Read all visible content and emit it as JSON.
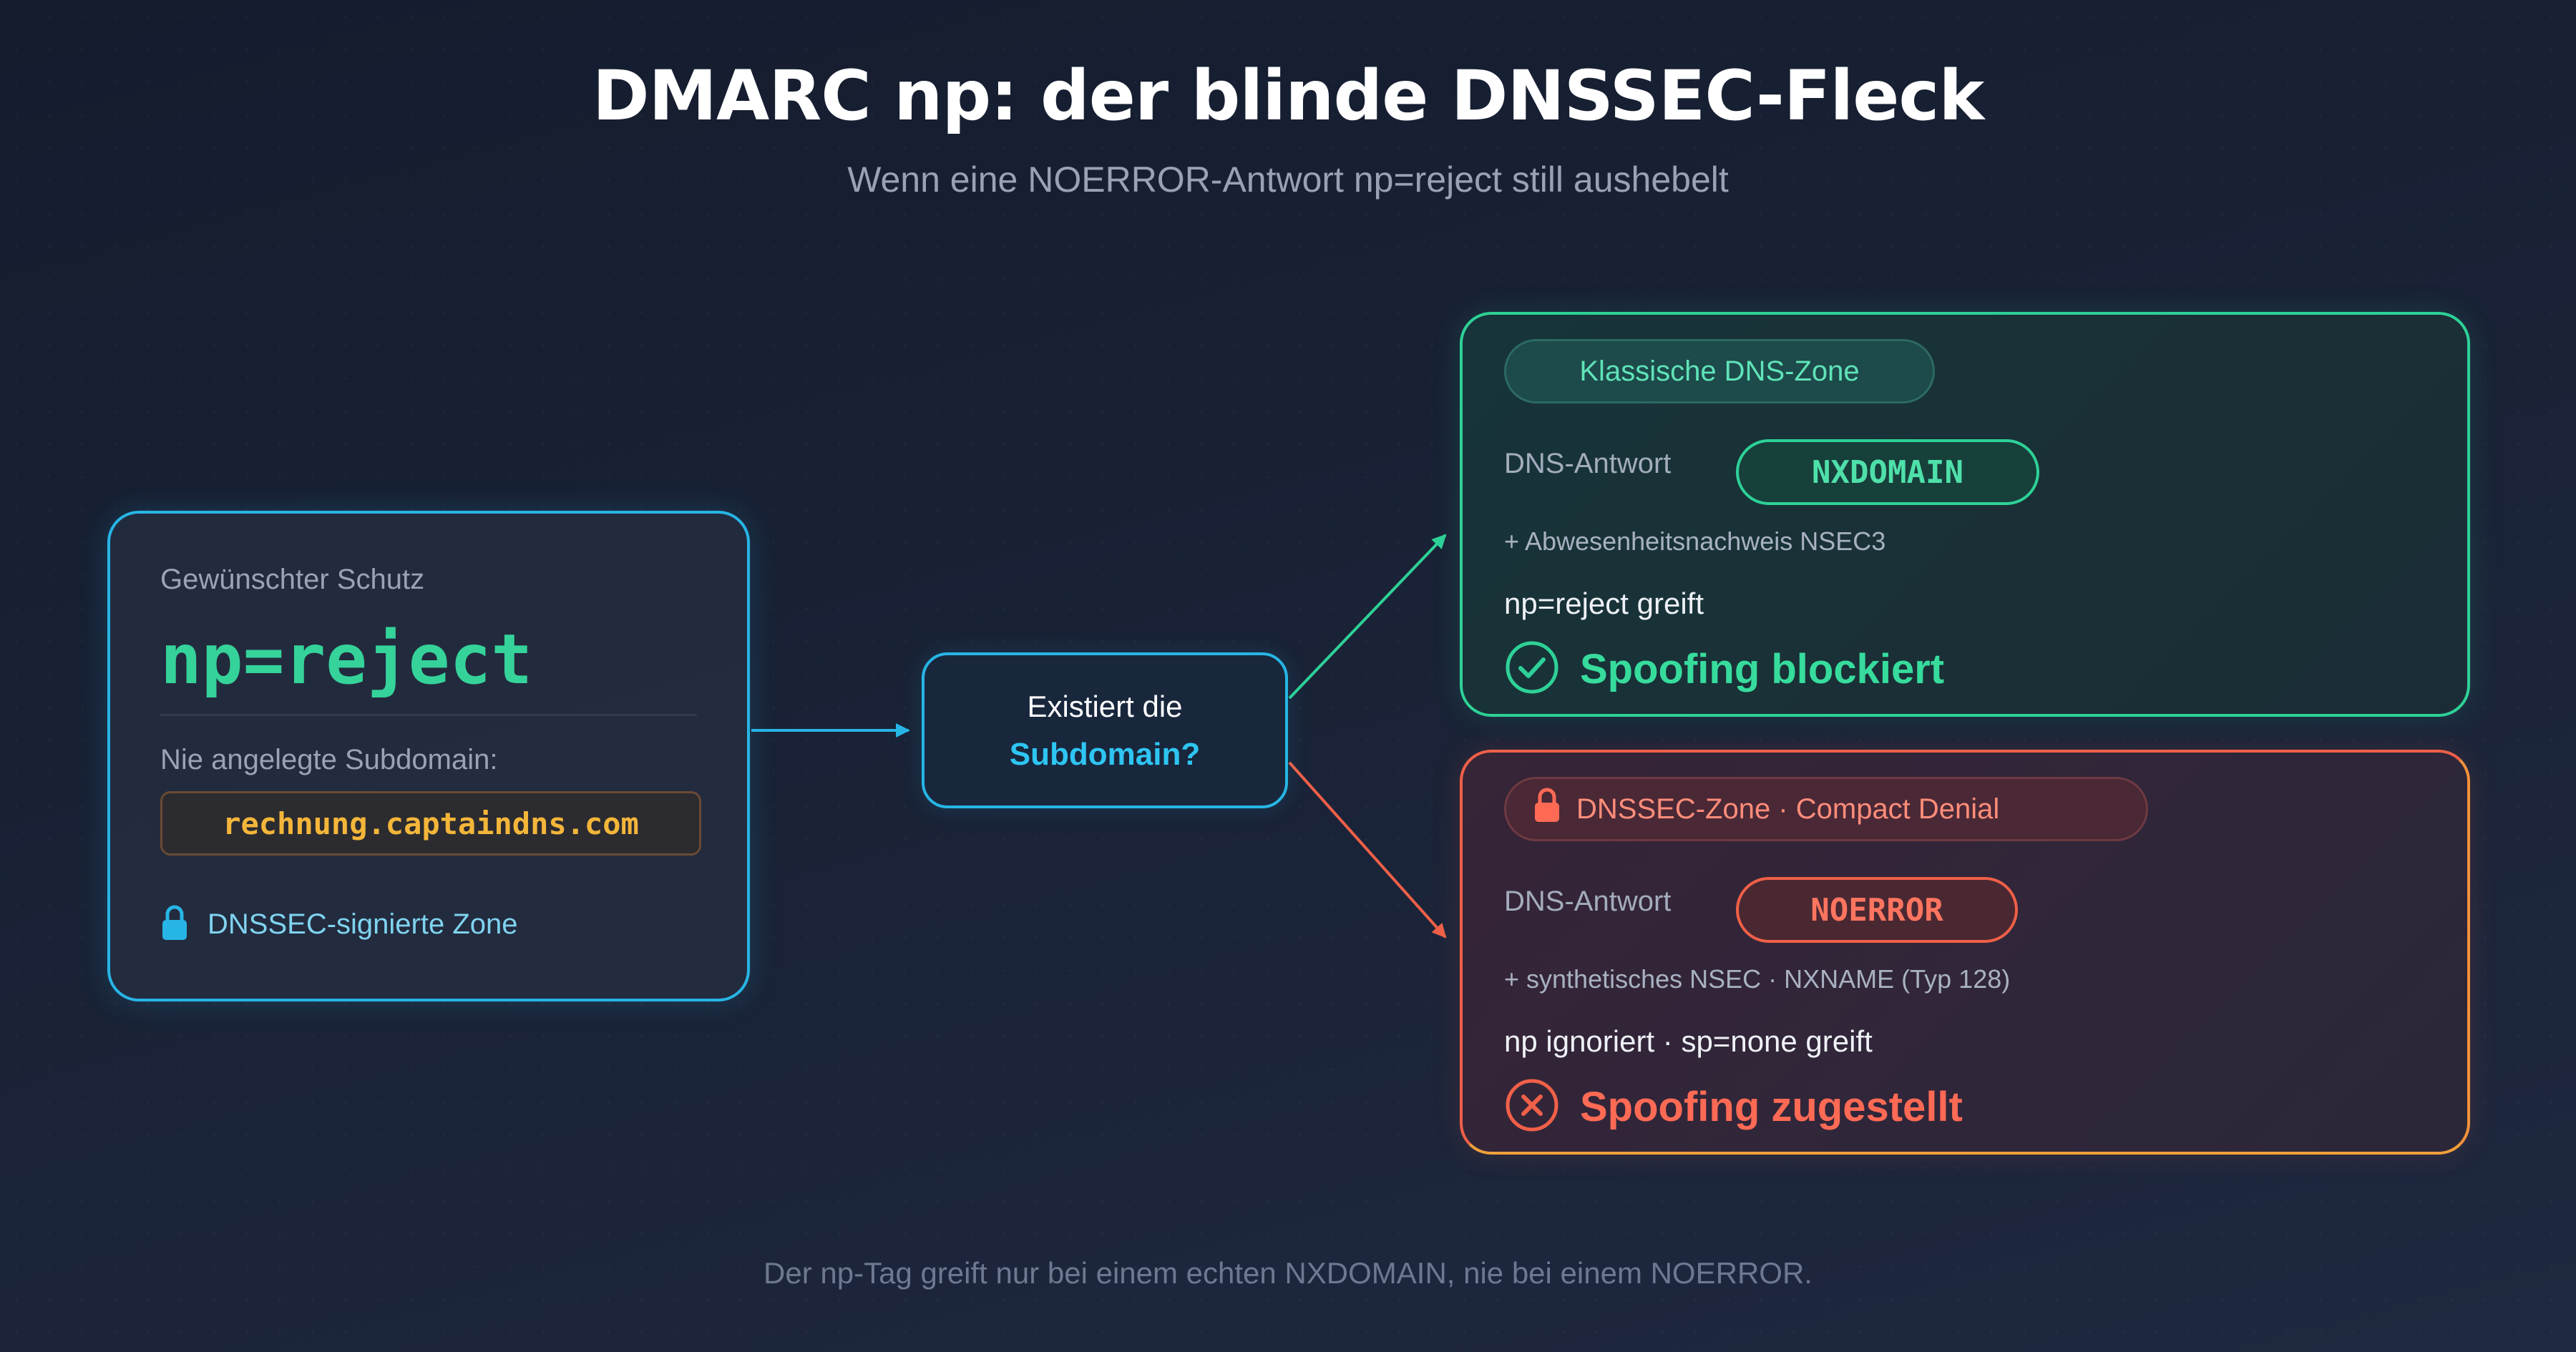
{
  "title": "DMARC np: der blinde DNSSEC-Fleck",
  "subtitle": "Wenn eine NOERROR-Antwort np=reject still aushebelt",
  "footer": "Der np-Tag greift nur bei einem echten NXDOMAIN, nie bei einem NOERROR.",
  "left_card": {
    "label": "Gewünschter Schutz",
    "policy": "np=reject",
    "subdomain_label": "Nie angelegte Subdomain:",
    "subdomain": "rechnung.captaindns.com",
    "zone": "DNSSEC-signierte Zone",
    "zone_icon": "lock-icon"
  },
  "decision": {
    "line1": "Existiert die",
    "line2": "Subdomain?"
  },
  "classic": {
    "tag": "Klassische DNS-Zone",
    "response_label": "DNS-Antwort",
    "response": "NXDOMAIN",
    "proof": "+ Abwesenheitsnachweis NSEC3",
    "effect": "np=reject greift",
    "result": "Spoofing blockiert",
    "result_icon": "check-circle-icon"
  },
  "dnssec": {
    "tag": "DNSSEC-Zone · Compact Denial",
    "tag_icon": "lock-icon",
    "response_label": "DNS-Antwort",
    "response": "NOERROR",
    "proof": "+ synthetisches NSEC · NXNAME (Typ 128)",
    "effect": "np ignoriert · sp=none greift",
    "result": "Spoofing zugestellt",
    "result_icon": "x-circle-icon"
  },
  "colors": {
    "accent_blue": "#27b5e5",
    "success_green": "#2ed197",
    "danger_red": "#f06048",
    "warning_amber": "#f4b63a"
  }
}
